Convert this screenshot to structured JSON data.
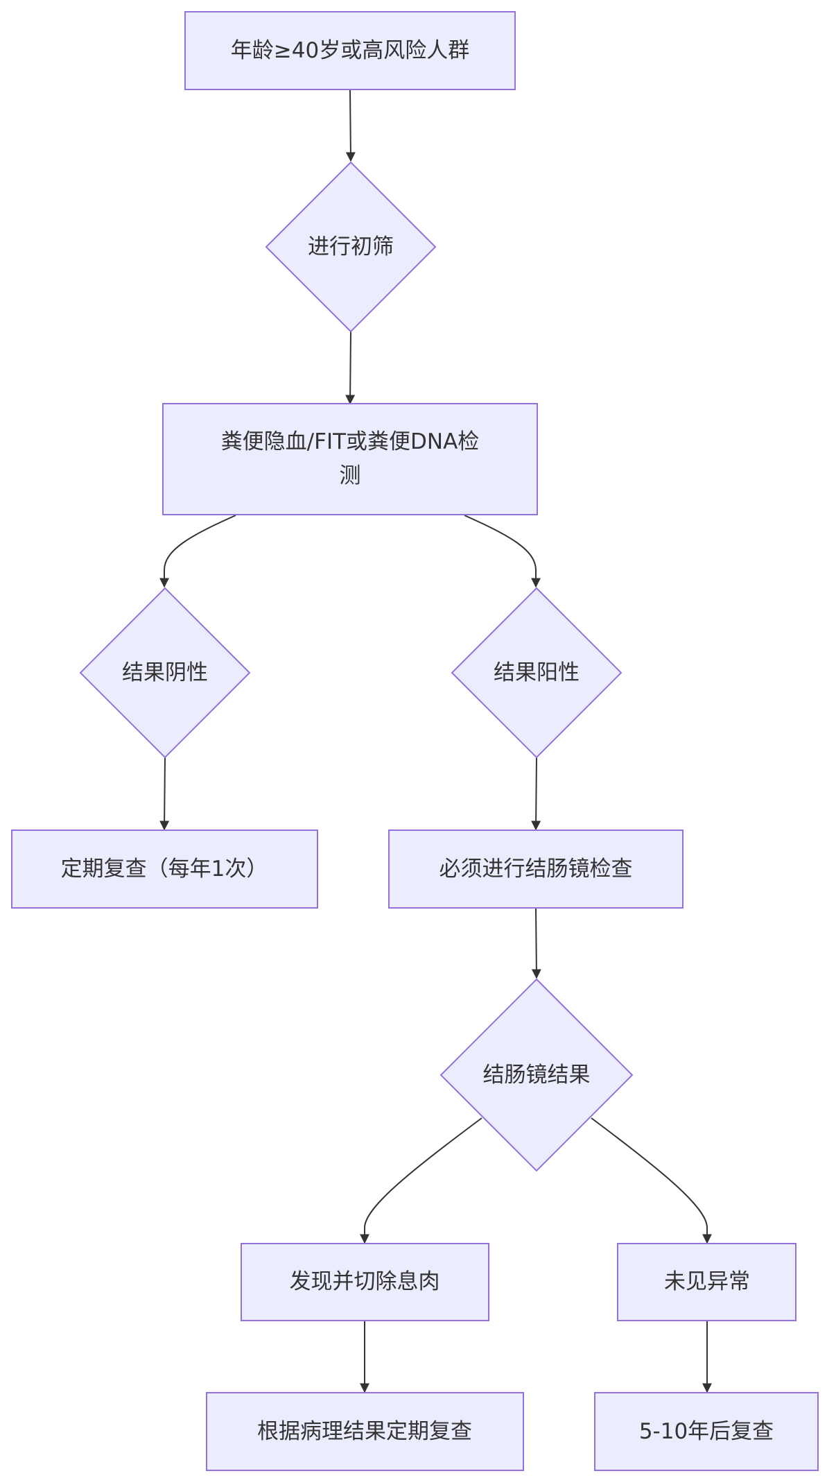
{
  "theme": {
    "node_fill": "#ECECFF",
    "node_stroke": "#9370DB",
    "edge_color": "#333333",
    "text_color": "#333333"
  },
  "nodes": {
    "start": {
      "shape": "rect",
      "label": "年龄≥40岁或高风险人群"
    },
    "screen": {
      "shape": "diamond",
      "label": "进行初筛"
    },
    "test": {
      "shape": "rect",
      "label_line1": "粪便隐血/FIT或粪便DNA检",
      "label_line2": "测"
    },
    "negative": {
      "shape": "diamond",
      "label": "结果阴性"
    },
    "positive": {
      "shape": "diamond",
      "label": "结果阳性"
    },
    "annual": {
      "shape": "rect",
      "label": "定期复查（每年1次）"
    },
    "colonoscopy": {
      "shape": "rect",
      "label": "必须进行结肠镜检查"
    },
    "colo_result": {
      "shape": "diamond",
      "label": "结肠镜结果"
    },
    "polyp": {
      "shape": "rect",
      "label": "发现并切除息肉"
    },
    "normal": {
      "shape": "rect",
      "label": "未见异常"
    },
    "pathology": {
      "shape": "rect",
      "label": "根据病理结果定期复查"
    },
    "later": {
      "shape": "rect",
      "label": "5-10年后复查"
    }
  },
  "edges": [
    {
      "from": "start",
      "to": "screen"
    },
    {
      "from": "screen",
      "to": "test"
    },
    {
      "from": "test",
      "to": "negative"
    },
    {
      "from": "test",
      "to": "positive"
    },
    {
      "from": "negative",
      "to": "annual"
    },
    {
      "from": "positive",
      "to": "colonoscopy"
    },
    {
      "from": "colonoscopy",
      "to": "colo_result"
    },
    {
      "from": "colo_result",
      "to": "polyp"
    },
    {
      "from": "colo_result",
      "to": "normal"
    },
    {
      "from": "polyp",
      "to": "pathology"
    },
    {
      "from": "normal",
      "to": "later"
    }
  ]
}
